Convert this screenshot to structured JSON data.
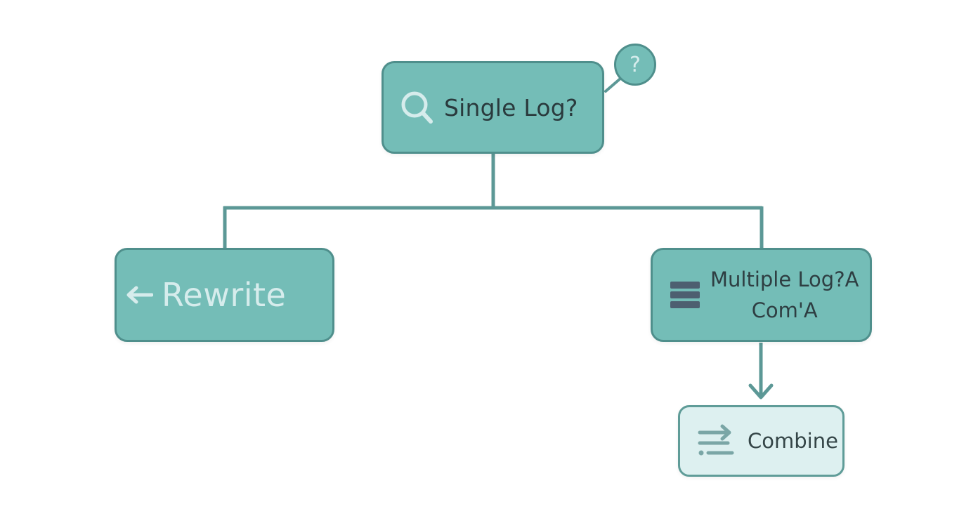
{
  "diagram": {
    "question_node": {
      "label": "Single Log?",
      "icon": "search-icon",
      "badge_text": "?"
    },
    "left_node": {
      "label": "Rewrite",
      "icon": "arrow-left-icon"
    },
    "right_node": {
      "line1": "Multiple Log?A",
      "line2": "Com'A",
      "icon": "list-stack-icon"
    },
    "combine_node": {
      "label": "Combine",
      "icon": "merge-icon"
    },
    "colors": {
      "node_fill": "#74bdb7",
      "node_border": "#4f8f8c",
      "connector": "#5c9896",
      "combine_fill": "#ddf0f0",
      "text_dark": "#2a3a3d",
      "text_light": "#d6ecec"
    }
  }
}
